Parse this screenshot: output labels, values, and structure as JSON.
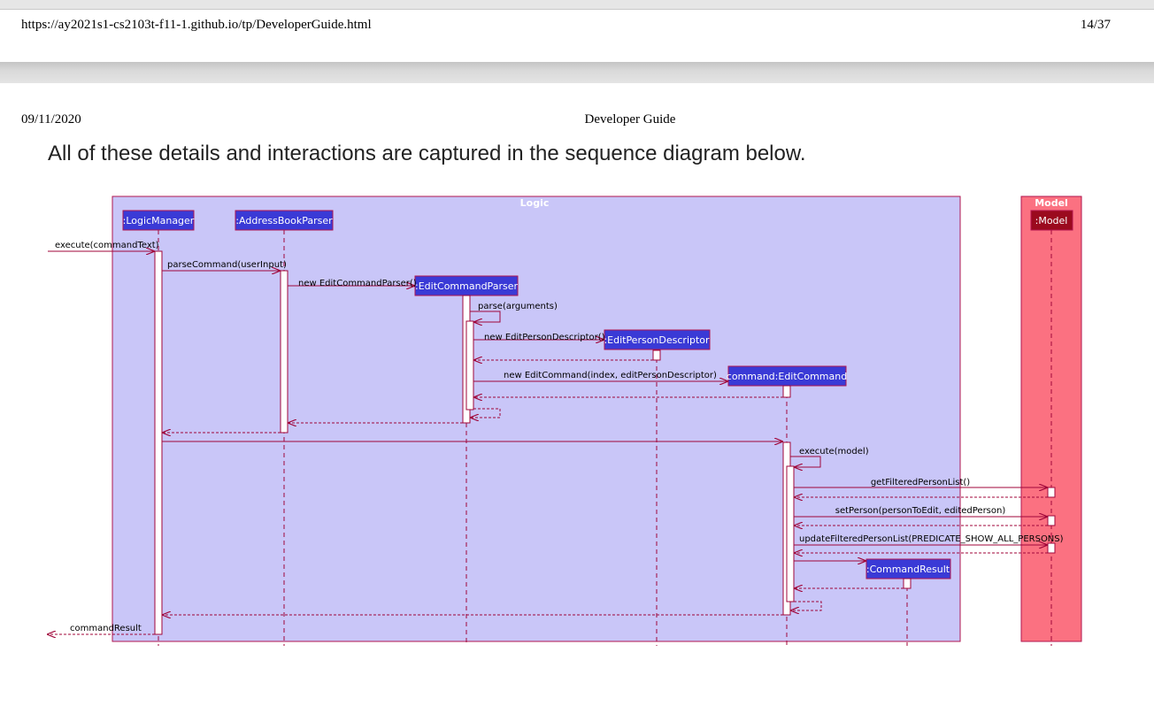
{
  "browser": {
    "url": "https://ay2021s1-cs2103t-f11-1.github.io/tp/DeveloperGuide.html",
    "page_indicator": "14/37"
  },
  "document": {
    "date": "09/11/2020",
    "title": "Developer Guide",
    "intro_text": "All of these details and interactions are captured in the sequence diagram below."
  },
  "diagram": {
    "logic_frame_label": "Logic",
    "model_frame_label": "Model",
    "participants": {
      "logic_manager": ":LogicManager",
      "address_book_parser": ":AddressBookParser",
      "edit_command_parser": ":EditCommandParser",
      "edit_person_descriptor": ":EditPersonDescriptor",
      "edit_command": "command:EditCommand",
      "command_result": ":CommandResult",
      "model": ":Model"
    },
    "messages": {
      "execute_command_text": "execute(commandText)",
      "parse_command": "parseCommand(userInput)",
      "new_edit_command_parser": "new EditCommandParser()",
      "parse_arguments": "parse(arguments)",
      "new_edit_person_descriptor": "new EditPersonDescriptor()",
      "new_edit_command": "new EditCommand(index, editPersonDescriptor)",
      "execute_model": "execute(model)",
      "get_filtered_person_list": "getFilteredPersonList()",
      "set_person": "setPerson(personToEdit, editedPerson)",
      "update_filtered_person_list": "updateFilteredPersonList(PREDICATE_SHOW_ALL_PERSONS)",
      "command_result": "commandResult"
    },
    "colors": {
      "logic_frame_fill": "#c9c6f8",
      "model_frame_fill": "#fb7181",
      "frame_border": "#b0154f",
      "participant_fill": "#3a3ad6",
      "model_participant_fill": "#9b0a1e",
      "arrow": "#a0063a"
    }
  }
}
